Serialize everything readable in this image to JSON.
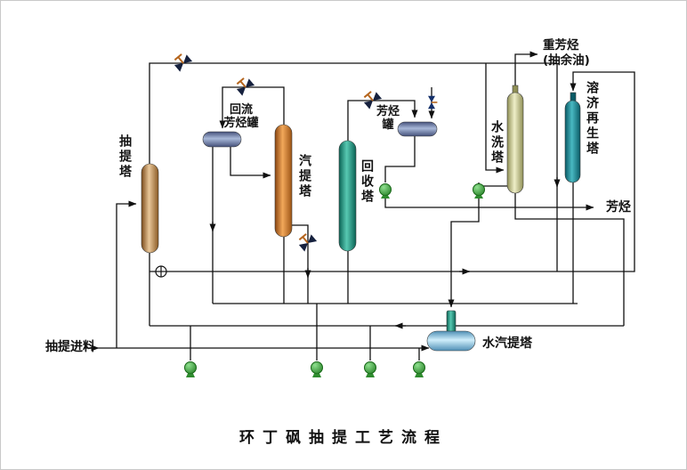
{
  "title": "环丁砜抽提工艺流程",
  "streams": {
    "feed": "抽提进料",
    "heavy_aromatics": "重芳烃",
    "heavy_aromatics_paren": "(抽余油)",
    "aromatics_product": "芳烃"
  },
  "equipment": {
    "extraction_tower": "抽提塔",
    "reflux_drum_l1": "回流",
    "reflux_drum_l2": "芳烃罐",
    "stripper_tower": "汽提塔",
    "recovery_tower": "回收塔",
    "aromatics_drum_l1": "芳烃",
    "aromatics_drum_l2": "罐",
    "water_wash_tower": "水洗塔",
    "solvent_regen_tower": "溶济再生塔",
    "water_stripper": "水汽提塔"
  },
  "icons": {
    "valve": "bowtie-valve-icon",
    "pump": "centrifugal-pump-icon",
    "junction": "circle-cross-junction-icon",
    "arrow": "flow-arrow-icon"
  },
  "colors": {
    "extraction_tower": "#c99a62",
    "stripper_tower": "#e0853a",
    "recovery_tower": "#2ba893",
    "water_wash_tower": "#dedfae",
    "solvent_regen_tower": "#2e98a8",
    "drum": "#8496bd",
    "water_stripper": "#a6d8ef",
    "pump": "#3aa63a",
    "line": "#111111",
    "valve_handle": "#b5651d"
  }
}
